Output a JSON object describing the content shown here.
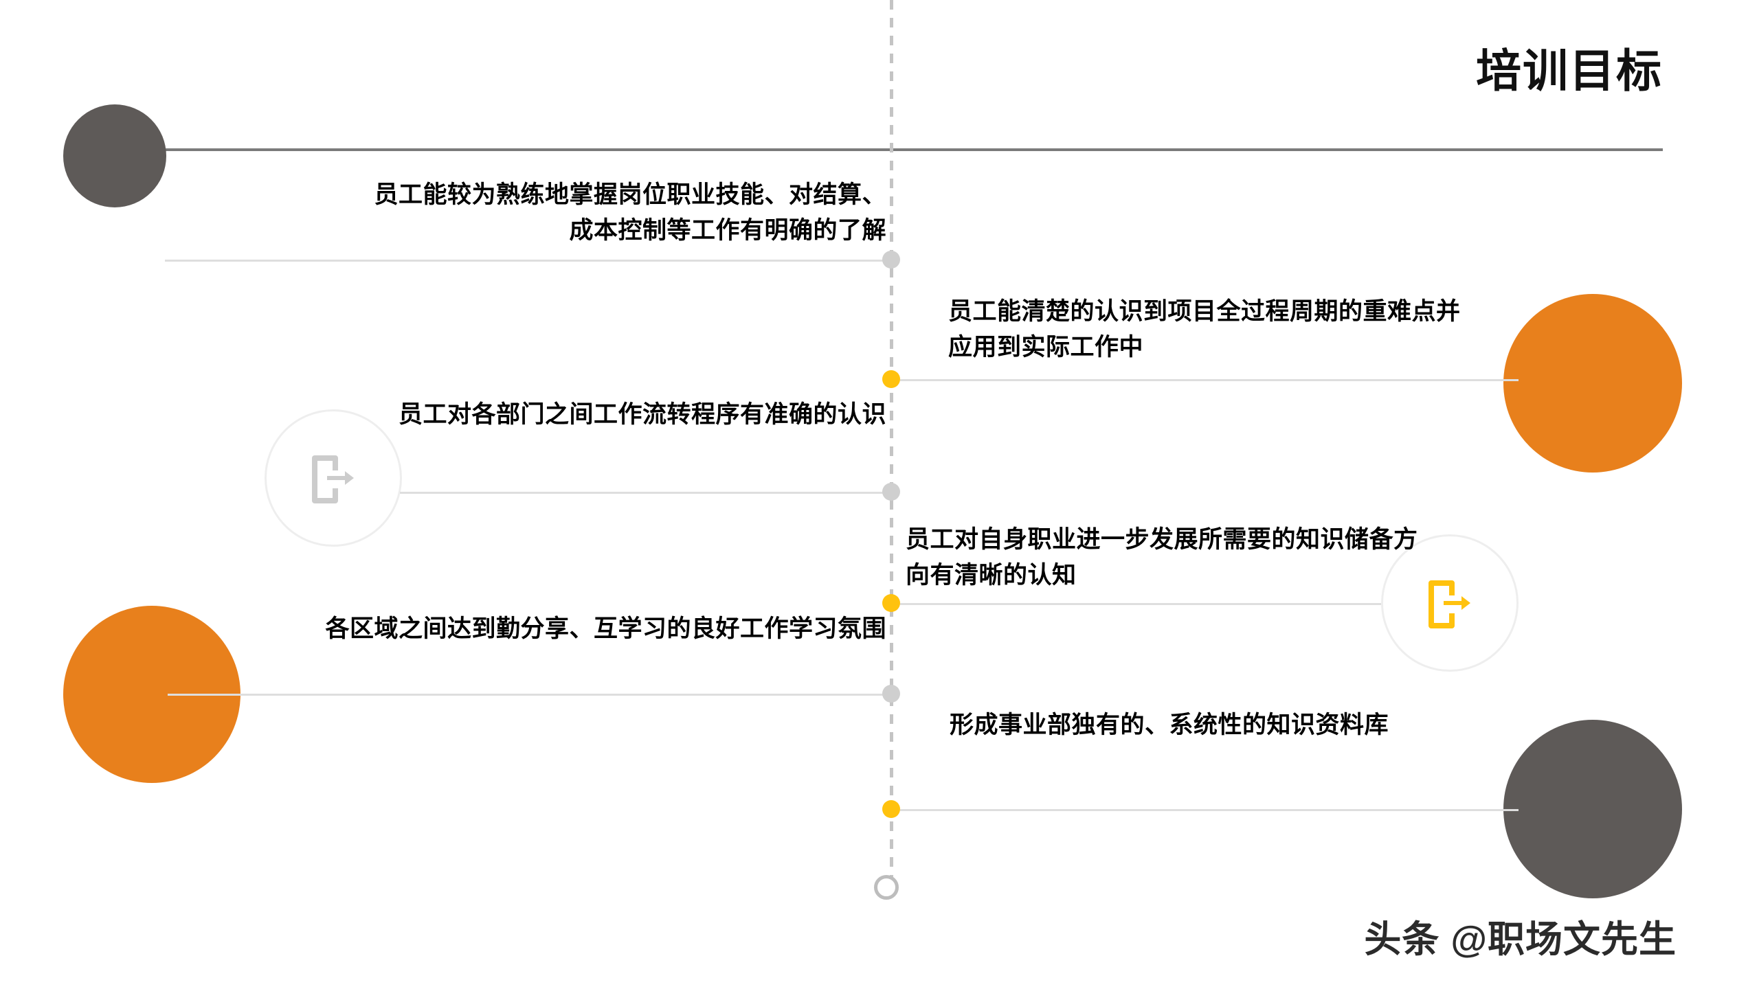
{
  "header": {
    "title": "培训目标"
  },
  "colors": {
    "orange": "#e8801c",
    "dark_gray": "#5e5a58",
    "yellow": "#ffc20e",
    "node_gray": "#cfcfcf",
    "line_gray": "#dedede",
    "rule_gray": "#7b7b7b"
  },
  "timeline": {
    "items": [
      {
        "index": 1,
        "side": "left",
        "text": "员工能较为熟练地掌握岗位职业技能、对结算、成本控制等工作有明确的了解",
        "node_color": "gray",
        "marker": "solid-circle",
        "marker_color": "#5e5a58"
      },
      {
        "index": 2,
        "side": "right",
        "text": "员工能清楚的认识到项目全过程周期的重难点并应用到实际工作中",
        "node_color": "yellow",
        "marker": "solid-circle",
        "marker_color": "#e8801c"
      },
      {
        "index": 3,
        "side": "left",
        "text": "员工对各部门之间工作流转程序有准确的认识",
        "node_color": "gray",
        "marker": "icon-circle",
        "marker_icon": "mobile-export-icon",
        "marker_icon_color": "#cccccc"
      },
      {
        "index": 4,
        "side": "right",
        "text": "员工对自身职业进一步发展所需要的知识储备方向有清晰的认知",
        "node_color": "yellow",
        "marker": "icon-circle",
        "marker_icon": "mobile-export-icon",
        "marker_icon_color": "#ffc20e"
      },
      {
        "index": 5,
        "side": "left",
        "text": "各区域之间达到勤分享、互学习的良好工作学习氛围",
        "node_color": "gray",
        "marker": "solid-circle",
        "marker_color": "#e8801c"
      },
      {
        "index": 6,
        "side": "right",
        "text": "形成事业部独有的、系统性的知识资料库",
        "node_color": "yellow",
        "marker": "solid-circle",
        "marker_color": "#5e5a58"
      }
    ]
  },
  "watermark": {
    "text": "头条 @职场文先生"
  }
}
